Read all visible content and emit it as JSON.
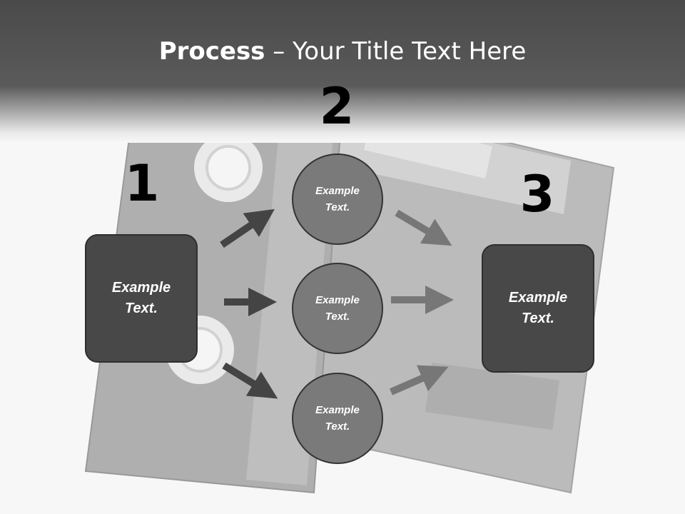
{
  "title": {
    "bold": "Process",
    "rest": " – Your Title Text Here"
  },
  "steps": {
    "n1": "1",
    "n2": "2",
    "n3": "3"
  },
  "left_box": {
    "text": "Example Text."
  },
  "right_box": {
    "text": "Example Text."
  },
  "circles": [
    {
      "text": "Example Text."
    },
    {
      "text": "Example Text."
    },
    {
      "text": "Example Text."
    }
  ],
  "colors": {
    "header": "#4a4a4a",
    "box": "#484848",
    "circle": "#7a7a7a",
    "arrow_dark": "#444444",
    "arrow_light": "#777777"
  }
}
